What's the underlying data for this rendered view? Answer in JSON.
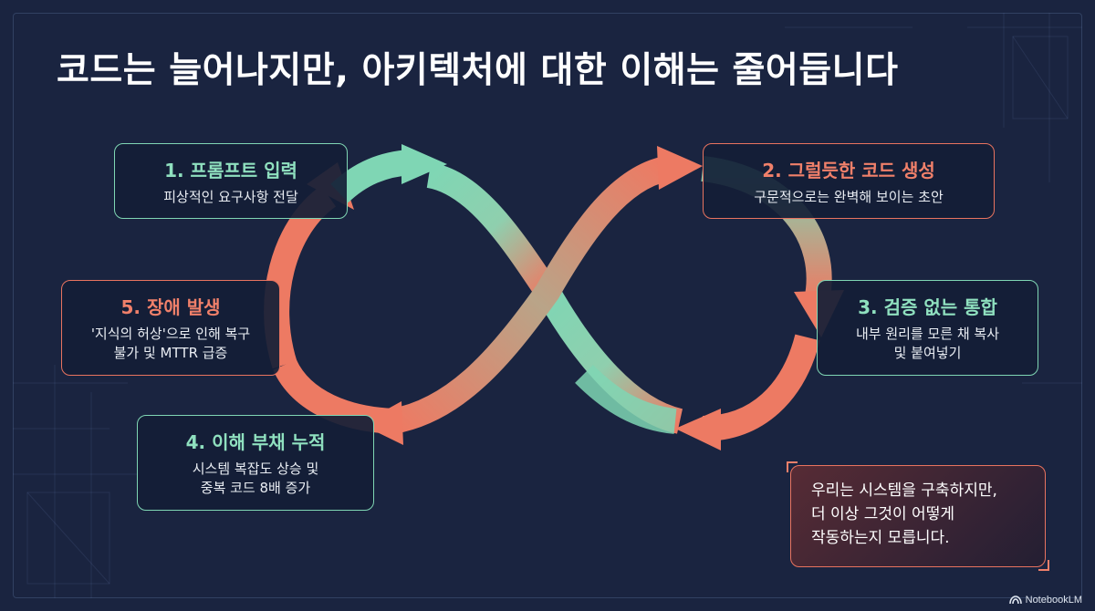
{
  "title": "코드는 늘어나지만, 아키텍처에 대한 이해는 줄어듭니다",
  "steps": [
    {
      "title": "1. 프롬프트 입력",
      "desc": [
        "피상적인 요구사항 전달"
      ],
      "color": "green"
    },
    {
      "title": "2. 그럴듯한 코드 생성",
      "desc": [
        "구문적으로는 완벽해 보이는 초안"
      ],
      "color": "green"
    },
    {
      "title": "3. 검증 없는 통합",
      "desc": [
        "내부 원리를 모른 채 복사",
        "및 붙여넣기"
      ],
      "color": "green"
    },
    {
      "title": "4. 이해 부채 누적",
      "desc": [
        "시스템 복잡도 상승 및",
        "중복 코드 8배 증가"
      ],
      "color": "green"
    },
    {
      "title": "5. 장애 발생",
      "desc": [
        "'지식의 허상'으로 인해 복구",
        "불가 및 MTTR 급증"
      ],
      "color": "red"
    }
  ],
  "quote": {
    "lines": [
      "우리는 시스템을 구축하지만,",
      "더 이상 그것이 어떻게",
      "작동하는지 모릅니다."
    ]
  },
  "brand": {
    "label": "NotebookLM",
    "icon": "notebooklm-logo-icon"
  },
  "colors": {
    "background": "#1a2440",
    "green": "#7fd6b4",
    "red": "#e8735f",
    "text": "#ffffff"
  }
}
